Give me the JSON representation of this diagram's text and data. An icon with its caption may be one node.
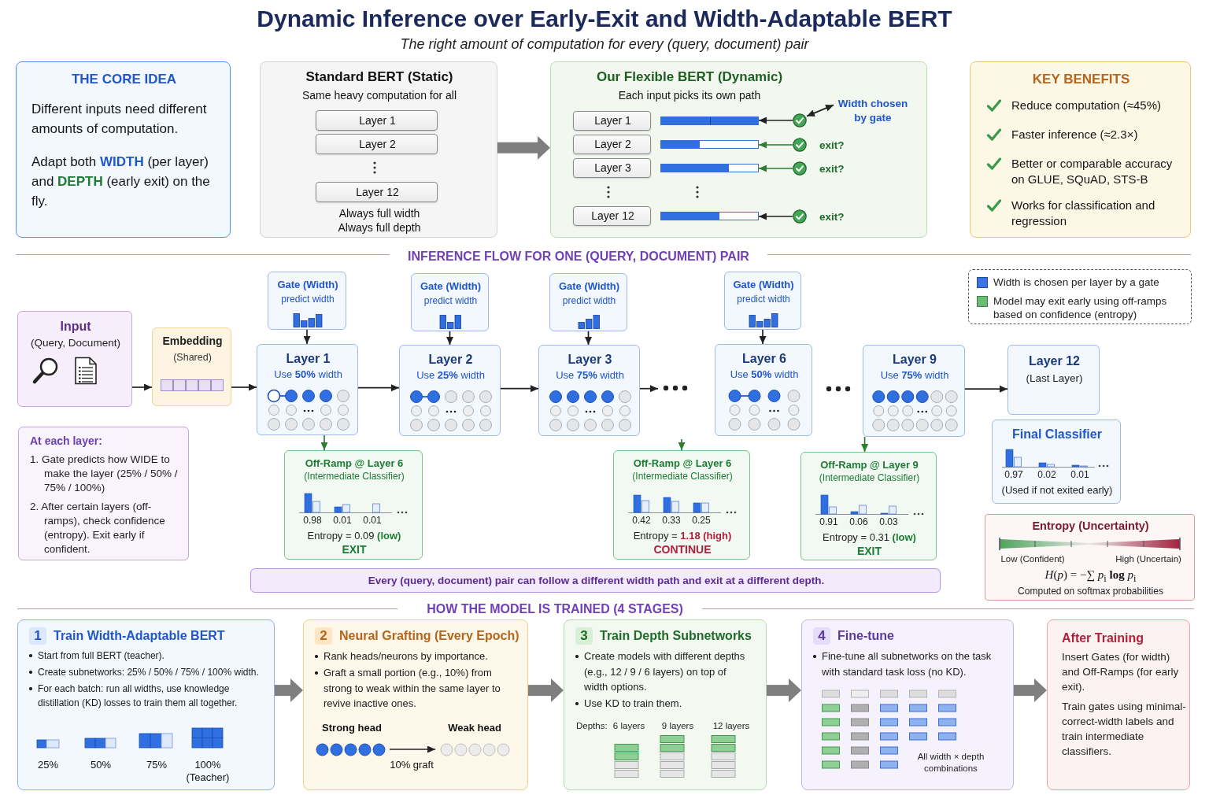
{
  "diagram": {
    "title": "Dynamic Inference over Early-Exit and Width-Adaptable BERT",
    "nodes": [
      {
        "text": [
          "THE CORE IDEA",
          "Different inputs need different amounts of computation.",
          "Adapt both **WIDTH** (per layer) and **DEPTH** (early exit) on the fly."
        ]
      },
      {
        "text": [
          "Standard BERT (Static)",
          "Same heavy computation for all",
          "Always full width",
          "Always full depth"
        ]
      },
      {
        "text": [
          "Layer 1"
        ],
        "in": 1
      },
      {
        "text": [
          "Layer 2"
        ],
        "in": 1
      },
      {
        "text": [
          "Layer 12"
        ],
        "in": 1
      },
      {
        "text": [
          "Our Flexible BERT (Dynamic)",
          "Each input picks its own path"
        ]
      },
      {
        "text": [
          "Layer 1"
        ],
        "in": 5
      },
      {
        "text": [],
        "shape": "bar",
        "in": 5
      },
      {
        "text": [],
        "shape": "circle",
        "in": 5
      },
      {
        "text": [
          "Width chosen by gate"
        ],
        "in": 5
      },
      {
        "text": [
          "Layer 2"
        ],
        "in": 5
      },
      {
        "text": [],
        "shape": "bar",
        "in": 5
      },
      {
        "text": [],
        "shape": "circle",
        "in": 5,
        "beside": [
          "exit?"
        ]
      },
      {
        "text": [
          "Layer 3"
        ],
        "in": 5
      },
      {
        "text": [],
        "shape": "bar",
        "in": 5
      },
      {
        "text": [],
        "shape": "circle",
        "in": 5,
        "beside": [
          "exit?"
        ]
      },
      {
        "text": [
          "Layer 12"
        ],
        "in": 5
      },
      {
        "text": [],
        "shape": "bar",
        "in": 5
      },
      {
        "text": [],
        "shape": "circle",
        "in": 5,
        "beside": [
          "exit?"
        ]
      },
      {
        "text": [
          "KEY BENEFITS",
          "Reduce computation (≈45%)",
          "Faster inference (≈2.3×)",
          "Better or comparable accuracy on GLUE, SQuAD, STS-B",
          "Works for classification and regression"
        ]
      },
      {
        "text": [
          "Input",
          "(Query, Document)"
        ]
      },
      {
        "text": [
          "Embedding",
          "(Shared)"
        ]
      },
      {
        "text": [
          "Gate (Width)",
          "predict width"
        ]
      },
      {
        "text": [
          "Gate (Width)",
          "predict width"
        ]
      },
      {
        "text": [
          "Gate (Width)",
          "predict width"
        ]
      },
      {
        "text": [
          "Gate (Width)",
          "predict width"
        ]
      },
      {
        "text": [
          "Layer 1",
          "Use **50%** width"
        ]
      },
      {
        "text": [
          "Layer 2",
          "Use **25%** width"
        ]
      },
      {
        "text": [
          "Layer 3",
          "Use **75%** width"
        ]
      },
      {
        "text": [
          "Layer 6",
          "Use **50%** width"
        ]
      },
      {
        "text": [
          "Layer 9",
          "Use **75%** width"
        ]
      },
      {
        "text": [
          "Layer 12",
          "(Last Layer)"
        ]
      },
      {
        "text": [
          "Final Classifier",
          "0.97",
          "0.02",
          "0.01",
          "(Used if not exited early)"
        ]
      },
      {
        "text": [
          "At each layer:",
          "1. Gate predicts how WIDE to make the layer (25% / 50% / 75% / 100%)",
          "2. After certain layers (off-ramps), check confidence (entropy). Exit early if confident."
        ]
      },
      {
        "text": [
          "Off-Ramp @ Layer 6",
          "(Intermediate Classifier)",
          "0.98",
          "0.01",
          "0.01",
          "Entropy = 0.09 **(low)**",
          "EXIT"
        ]
      },
      {
        "text": [
          "Off-Ramp @ Layer 6",
          "(Intermediate Classifier)",
          "0.42",
          "0.33",
          "0.25",
          "Entropy = **1.18 (high)**",
          "CONTINUE"
        ]
      },
      {
        "text": [
          "Off-Ramp @ Layer 9",
          "(Intermediate Classifier)",
          "0.91",
          "0.06",
          "0.03",
          "Entropy = 0.31 **(low)**",
          "EXIT"
        ]
      },
      {
        "text": [
          "Entropy (Uncertainty)",
          "Low (Confident)",
          "High (Uncertain)",
          "*H*(*p*) = −∑ *p*$_{i}$ **log** *p*$_{i}$",
          "Computed on softmax probabilities"
        ]
      },
      {
        "text": [
          "Every (query, document) pair can follow a different width path and exit at a different depth."
        ]
      },
      {
        "text": [
          "1",
          "Train Width-Adaptable BERT",
          "Start from full BERT (teacher).",
          "Create subnetworks: 25% / 50% / 75% / 100% width.",
          "For each batch: run all widths, use knowledge distillation (KD) losses to train them all together.",
          "25%",
          "50%",
          "75%",
          "100% (Teacher)"
        ]
      },
      {
        "text": [
          "2",
          "Neural Grafting (Every Epoch)",
          "Rank heads/neurons by importance.",
          "Graft a small portion (e.g., 10%) from strong to weak within the same layer to revive inactive ones."
        ]
      },
      {
        "text": [
          "Strong head"
        ],
        "in": 40
      },
      {
        "text": [
          "Weak head"
        ],
        "in": 40
      },
      {
        "text": [
          "3",
          "Train Depth Subnetworks",
          "Create models with different depths (e.g., 12 / 9 / 6 layers) on top of width options.",
          "Use KD to train them.",
          "Depths:",
          "6 layers",
          "9 layers",
          "12 layers"
        ]
      },
      {
        "text": [
          "4",
          "Fine-tune",
          "Fine-tune all subnetworks on the task with standard task loss (no KD).",
          "All width × depth combinations"
        ]
      },
      {
        "text": [
          "After Training",
          "Insert Gates (for width) and Off-Ramps (for early exit).",
          "Train gates using minimal-correct-width labels and train intermediate classifiers."
        ]
      }
    ],
    "edges": [
      {
        "from": 1,
        "to": 5,
        "arrow": "to",
        "style": "thick",
        "color": "#7f7f7f"
      },
      {
        "from": 8,
        "to": 7,
        "arrow": "to"
      },
      {
        "from": 12,
        "to": 11,
        "arrow": "to",
        "color": "#2e7d32"
      },
      {
        "from": 15,
        "to": 14,
        "arrow": "to",
        "color": "#2e7d32"
      },
      {
        "from": 18,
        "to": 17,
        "arrow": "to"
      },
      {
        "from": 9,
        "to": 8,
        "arrow": "both"
      },
      {
        "from": 20,
        "to": 21,
        "arrow": "to"
      },
      {
        "from": 21,
        "to": 26,
        "arrow": "to"
      },
      {
        "from": 22,
        "to": 26,
        "arrow": "to"
      },
      {
        "from": 23,
        "to": 27,
        "arrow": "to"
      },
      {
        "from": 24,
        "to": 28,
        "arrow": "to"
      },
      {
        "from": 25,
        "to": 29,
        "arrow": "to"
      },
      {
        "from": 26,
        "to": 27,
        "arrow": "to"
      },
      {
        "from": 27,
        "to": 28,
        "arrow": "to"
      },
      {
        "from": 28,
        "to": null,
        "arrow": "to"
      },
      {
        "from": 30,
        "to": 31,
        "arrow": "to"
      },
      {
        "from": 26,
        "to": 34,
        "arrow": "to",
        "color": "#2e7d32"
      },
      {
        "from": null,
        "to": 35,
        "arrow": "to",
        "color": "#2e7d32"
      },
      {
        "from": 30,
        "to": 36,
        "arrow": "to",
        "color": "#2e7d32"
      },
      {
        "from": 39,
        "to": 40,
        "arrow": "to",
        "style": "thick",
        "color": "#7f7f7f"
      },
      {
        "from": 40,
        "to": 43,
        "arrow": "to",
        "style": "thick",
        "color": "#7f7f7f"
      },
      {
        "from": 43,
        "to": 44,
        "arrow": "to",
        "style": "thick",
        "color": "#7f7f7f"
      },
      {
        "from": 44,
        "to": 45,
        "arrow": "to",
        "style": "thick",
        "color": "#7f7f7f"
      },
      {
        "from": 41,
        "to": 42,
        "arrow": "to",
        "label": "10% graft"
      }
    ],
    "labels": [
      "The right amount of computation for every (query, document) pair",
      "INFERENCE FLOW FOR ONE (QUERY, DOCUMENT) PAIR",
      "HOW THE MODEL IS TRAINED (4 STAGES)"
    ],
    "legend": [
      {
        "text": "Width is chosen per layer by a gate",
        "color": "#3b74e6"
      },
      {
        "text": "Model may exit early using off-ramps based on confidence (entropy)",
        "color": "#6bbd72"
      }
    ]
  }
}
